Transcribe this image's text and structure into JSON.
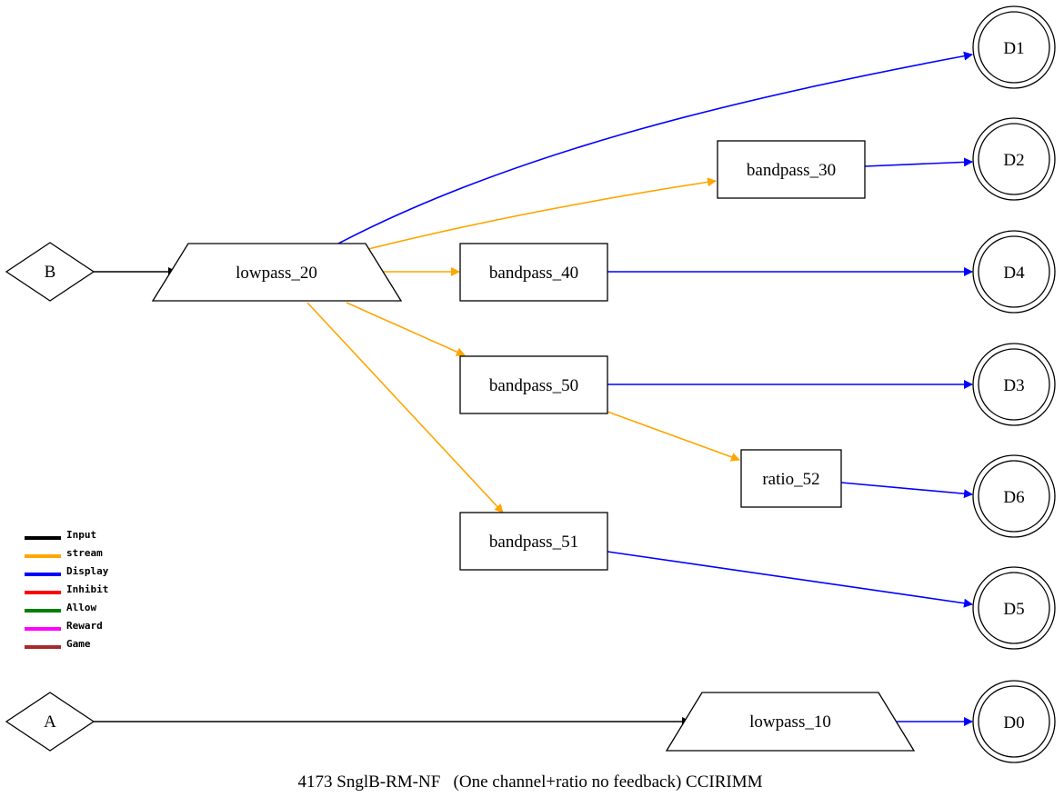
{
  "nodes": {
    "A": "A",
    "B": "B",
    "lowpass_20": "lowpass_20",
    "lowpass_10": "lowpass_10",
    "bandpass_30": "bandpass_30",
    "bandpass_40": "bandpass_40",
    "bandpass_50": "bandpass_50",
    "bandpass_51": "bandpass_51",
    "ratio_52": "ratio_52",
    "D0": "D0",
    "D1": "D1",
    "D2": "D2",
    "D3": "D3",
    "D4": "D4",
    "D5": "D5",
    "D6": "D6"
  },
  "edges": [
    {
      "from": "B",
      "to": "lowpass_20",
      "type": "Input"
    },
    {
      "from": "A",
      "to": "lowpass_10",
      "type": "Input"
    },
    {
      "from": "lowpass_20",
      "to": "D1",
      "type": "Display"
    },
    {
      "from": "lowpass_20",
      "to": "bandpass_30",
      "type": "stream"
    },
    {
      "from": "lowpass_20",
      "to": "bandpass_40",
      "type": "stream"
    },
    {
      "from": "lowpass_20",
      "to": "bandpass_50",
      "type": "stream"
    },
    {
      "from": "lowpass_20",
      "to": "bandpass_51",
      "type": "stream"
    },
    {
      "from": "bandpass_30",
      "to": "D2",
      "type": "Display"
    },
    {
      "from": "bandpass_40",
      "to": "D4",
      "type": "Display"
    },
    {
      "from": "bandpass_50",
      "to": "D3",
      "type": "Display"
    },
    {
      "from": "bandpass_50",
      "to": "ratio_52",
      "type": "stream"
    },
    {
      "from": "ratio_52",
      "to": "D6",
      "type": "Display"
    },
    {
      "from": "bandpass_51",
      "to": "D5",
      "type": "Display"
    },
    {
      "from": "lowpass_10",
      "to": "D0",
      "type": "Display"
    }
  ],
  "legend": [
    {
      "label": "Input",
      "color": "#000000"
    },
    {
      "label": "stream",
      "color": "#ffa500"
    },
    {
      "label": "Display",
      "color": "#0000ff"
    },
    {
      "label": "Inhibit",
      "color": "#ff0000"
    },
    {
      "label": "Allow",
      "color": "#008000"
    },
    {
      "label": "Reward",
      "color": "#ff00ff"
    },
    {
      "label": "Game",
      "color": "#a52a2a"
    }
  ],
  "caption": "4173 SnglB-RM-NF   (One channel+ratio no feedback) CCIRIMM"
}
